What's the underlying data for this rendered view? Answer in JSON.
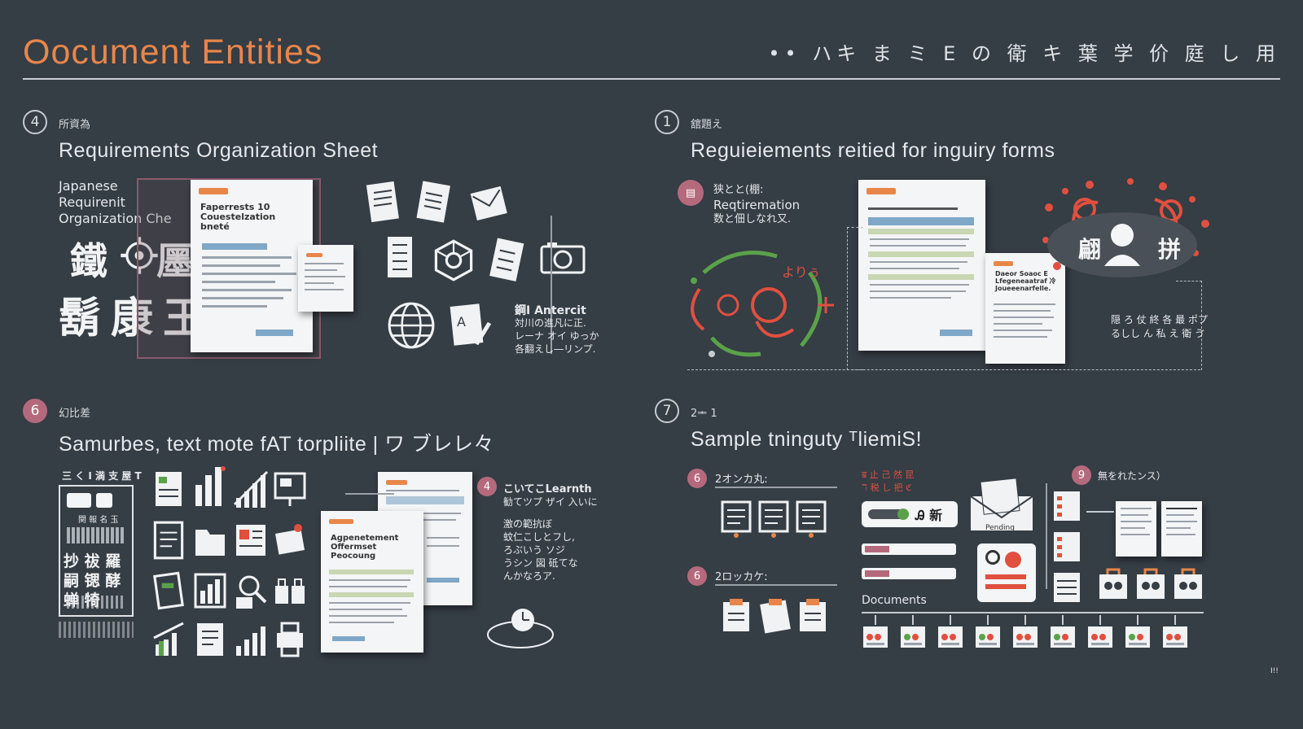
{
  "header": {
    "title": "Oocument Entities",
    "right_text": "•• ハキ ま ミ E の 衛 キ 葉 学 价 庭 し 用"
  },
  "sections": [
    {
      "number": "4",
      "kicker": "所資為",
      "title": "Requirements Organization Sheet",
      "side_label_1": "Japanese",
      "side_label_2": "Requirenit",
      "side_label_3": "Organization Che",
      "kanji_1": "鐵",
      "kanji_2": "㕓",
      "kanji_3": "鬍",
      "kanji_4": "康",
      "kanji_5": "王",
      "doc_title": "Faperrests 10 Couestelzation bneté",
      "note_title": "鋼I Antercit",
      "note_lines": [
        "対川の進凡に正.",
        "レーナ オイ ゆっか",
        "各翻えし―リンプ."
      ]
    },
    {
      "number": "1",
      "kicker": "舘題え",
      "title": "Reguieiements reitied for inguiry forms",
      "badge_line_1": "狭とと(棚:",
      "badge_line_2": "Reqtiremation",
      "badge_line_3": "数と佃しなれ又.",
      "loop_label": "よりぅ",
      "doc_title": "Daeor Soaoc E Lfegeneaatraf 冷 Joueeenarfelle.",
      "kanji_left": "翩",
      "kanji_right": "拼",
      "note_lines": [
        "隠 ろ 仗 終 各 最 ポプ",
        "るしし ん 私 え 衛 ゔ"
      ]
    },
    {
      "number": "6",
      "kicker": "幻比差",
      "title": "Samurbes, text mote fAT torpliite | ワ ブレレ々",
      "card_top": "三 く I 満 支 屋 T",
      "card_kanji": "抄 祓 羅 嗣 锶 酵 蝉 犄",
      "card_small": "関 報 名 玉",
      "doc_title": "Agpenetement Offermset Peocoung",
      "badge": "4",
      "note_title": "こいてこLearnth",
      "note_sub": "勧てツプ ザイ 入いに",
      "note_lines": [
        "激の範抗ぼ",
        "蚊仁こしとフし,",
        "ろぶいう ソジ",
        "うシン 図 砥てな",
        "んかなろア."
      ]
    },
    {
      "number": "7",
      "kicker": "2ᆂ 1",
      "title": "Sample tninguty ᵀliemiS!",
      "label_a_num": "6",
      "label_a": "2オンカ丸:",
      "label_b_num": "6",
      "label_b": "2ロッカケ:",
      "label_c": "Pending",
      "label_d_num": "9",
      "label_d": "無をれたンス）",
      "label_e": "ॿ 止 己 然 昆",
      "label_f": "ℸ 税 し 把 ℭ",
      "pill_text": "Ꭿ 新",
      "documents": "Documents"
    }
  ],
  "footer": {
    "page": "Ⅰ!!"
  },
  "colors": {
    "background": "#353d45",
    "accent": "#e8864a",
    "badge": "#b46a7c",
    "red": "#e0503f",
    "green": "#5aa24a"
  }
}
